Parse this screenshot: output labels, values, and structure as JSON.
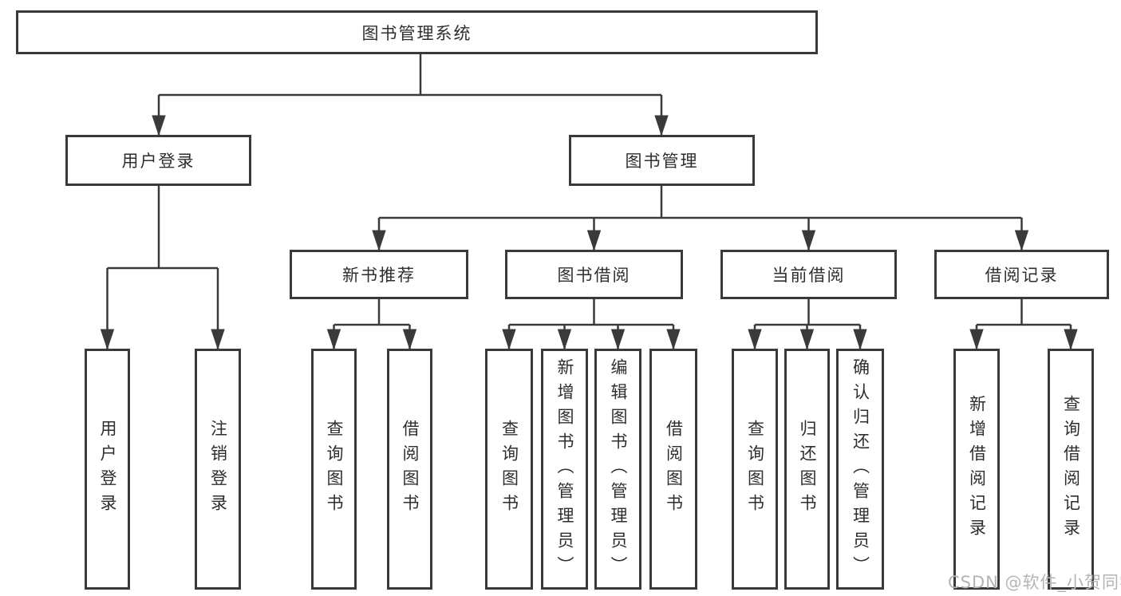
{
  "tree": {
    "label": "图书管理系统",
    "children": [
      {
        "label": "用户登录",
        "children": [
          {
            "label": "用户登录"
          },
          {
            "label": "注销登录"
          }
        ]
      },
      {
        "label": "图书管理",
        "children": [
          {
            "label": "新书推荐",
            "children": [
              {
                "label": "查询图书"
              },
              {
                "label": "借阅图书"
              }
            ]
          },
          {
            "label": "图书借阅",
            "children": [
              {
                "label": "查询图书"
              },
              {
                "label": "新增图书（管理员）"
              },
              {
                "label": "编辑图书（管理员）"
              },
              {
                "label": "借阅图书"
              }
            ]
          },
          {
            "label": "当前借阅",
            "children": [
              {
                "label": "查询图书"
              },
              {
                "label": "归还图书"
              },
              {
                "label": "确认归还（管理员）"
              }
            ]
          },
          {
            "label": "借阅记录",
            "children": [
              {
                "label": "新增借阅记录"
              },
              {
                "label": "查询借阅记录"
              }
            ]
          }
        ]
      }
    ]
  },
  "watermark": {
    "text": "CSDN @软件_小贺同学",
    "color": "#b4b4b4"
  },
  "colors": {
    "line": "#3a3a3a",
    "box_border": "#3a3a3a",
    "text": "#2e2e2e",
    "background": "#ffffff"
  }
}
